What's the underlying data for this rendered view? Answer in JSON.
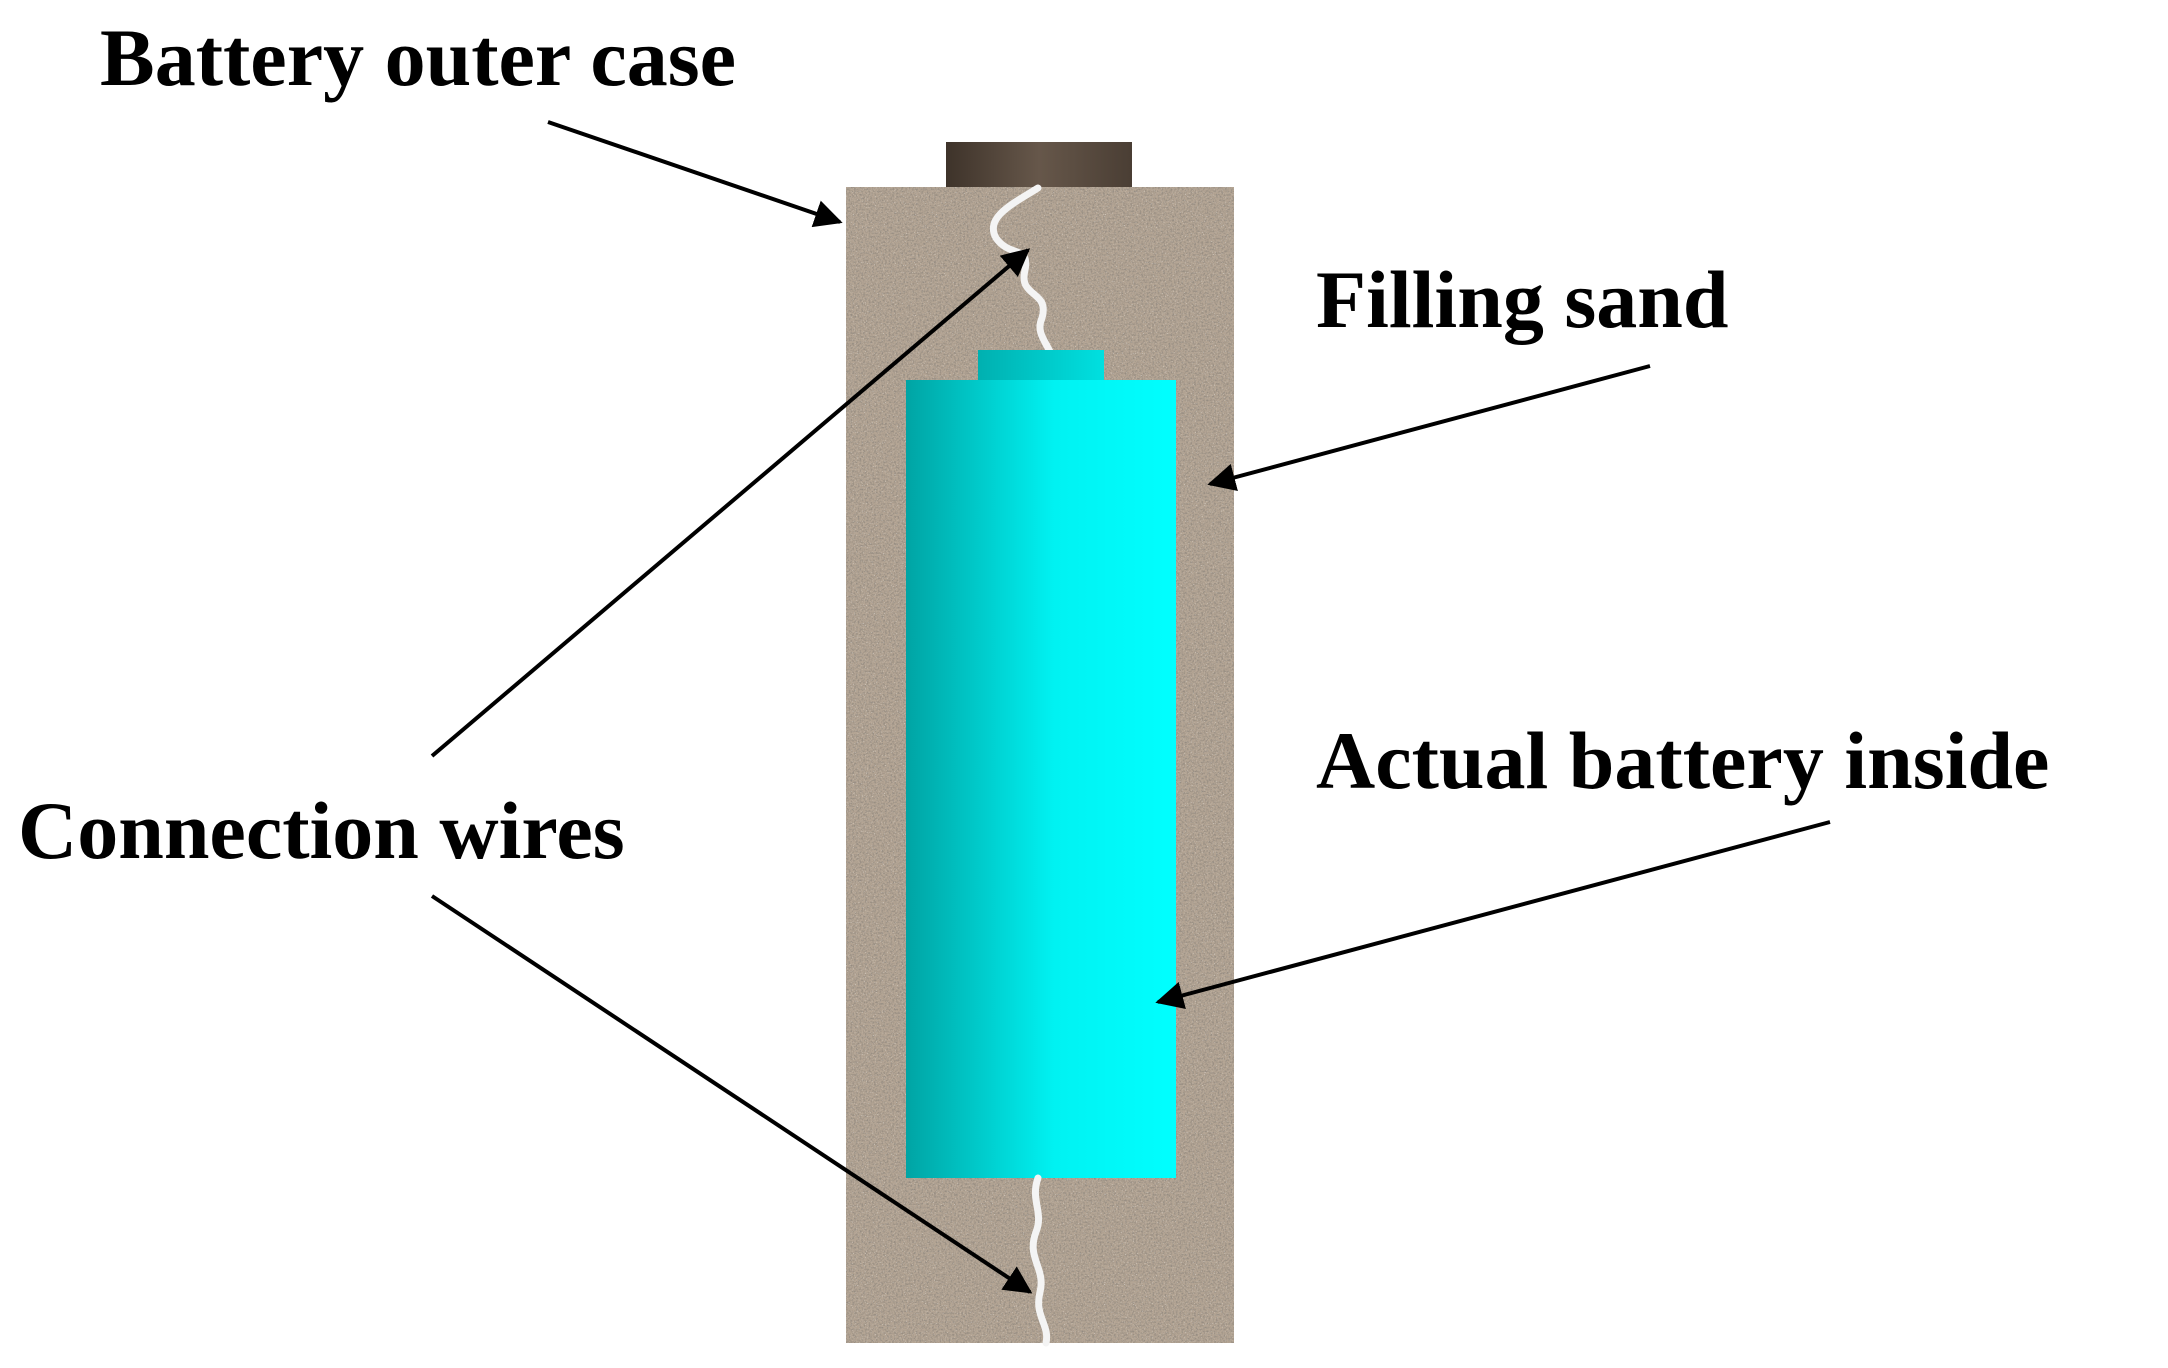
{
  "labels": {
    "outer_case": "Battery outer case",
    "filling_sand": "Filling sand",
    "actual_battery": "Actual battery inside",
    "connection_wires": "Connection wires"
  },
  "colors": {
    "sand_base": "#a8988a",
    "cap": "#5a4a3c",
    "battery_light": "#00ffff",
    "battery_dark": "#00a8a8",
    "wire": "#ffffff",
    "arrow": "#000000"
  }
}
